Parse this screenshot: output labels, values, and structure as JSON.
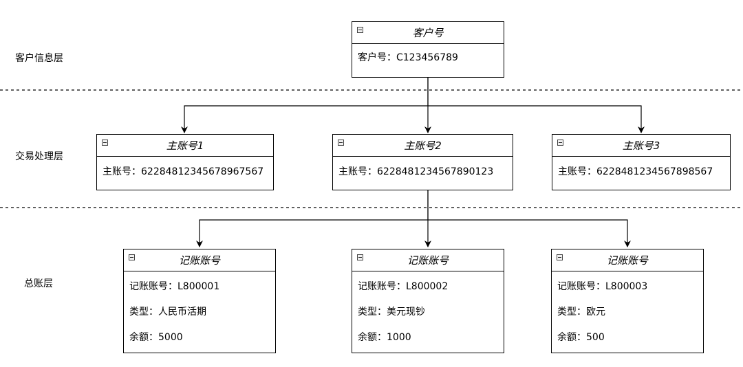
{
  "layers": [
    {
      "label": "客户信息层"
    },
    {
      "label": "交易处理层"
    },
    {
      "label": "总账层"
    }
  ],
  "customer": {
    "title": "客户号",
    "rows": [
      "客户号：C123456789"
    ]
  },
  "main_accounts": [
    {
      "title": "主账号1",
      "rows": [
        "主账号：6228481234567896​7567"
      ]
    },
    {
      "title": "主账号2",
      "rows": [
        "主账号：6228481234567890123"
      ]
    },
    {
      "title": "主账号3",
      "rows": [
        "主账号：6228481234567898567"
      ]
    }
  ],
  "ledger_accounts": [
    {
      "title": "记账账号",
      "rows": [
        "记账账号：L800001",
        "类型：人民币活期",
        "余额：5000"
      ]
    },
    {
      "title": "记账账号",
      "rows": [
        "记账账号：L800002",
        "类型：美元现钞",
        "余额：1000"
      ]
    },
    {
      "title": "记账账号",
      "rows": [
        "记账账号：L800003",
        "类型：欧元",
        "余额：500"
      ]
    }
  ],
  "colors": {
    "line": "#000000",
    "box_fill": "#ffffff"
  }
}
